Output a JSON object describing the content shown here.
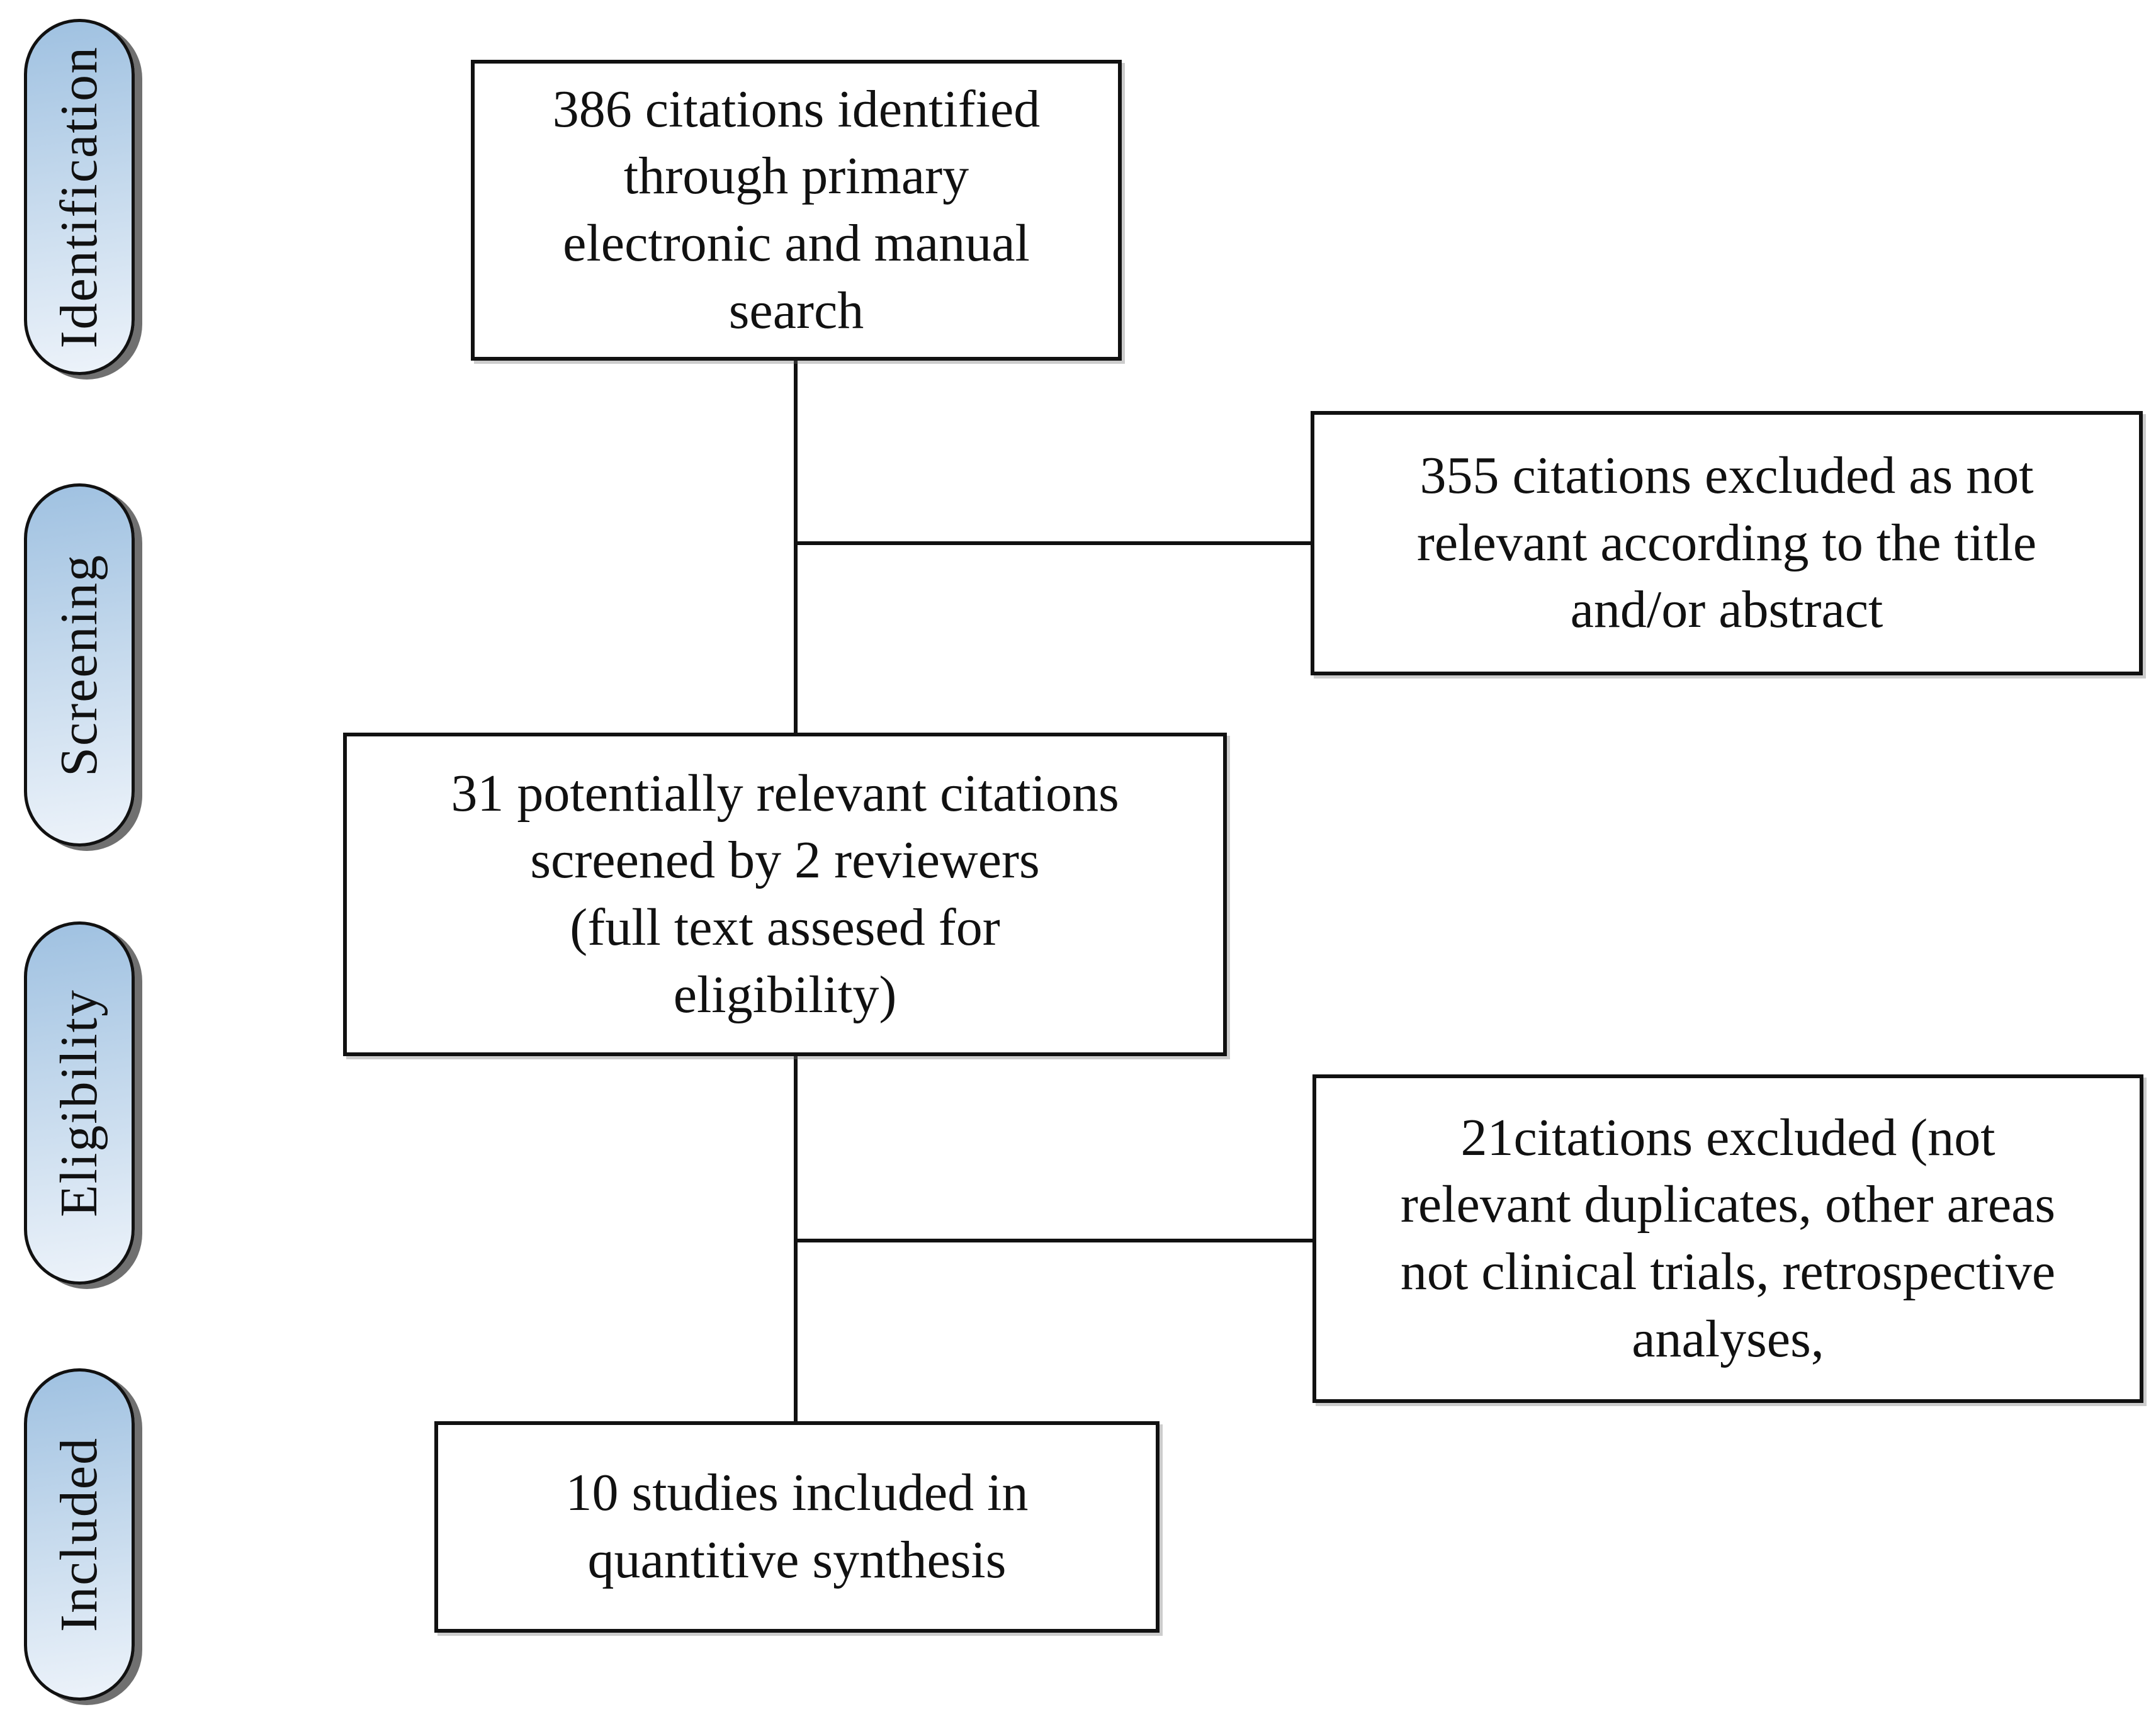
{
  "diagram": {
    "kind": "study-selection-flow",
    "stages": [
      {
        "id": "identification",
        "label": "Identification"
      },
      {
        "id": "screening",
        "label": "Screening"
      },
      {
        "id": "eligibility",
        "label": "Eligibility"
      },
      {
        "id": "included",
        "label": "Included"
      }
    ],
    "boxes": {
      "identified": {
        "count": 386,
        "text": "386 citations identified\nthrough primary\nelectronic and manual\nsearch"
      },
      "excluded_title_abstract": {
        "count": 355,
        "text": "355 citations excluded as not\nrelevant according to the title\nand/or abstract"
      },
      "screened": {
        "count": 31,
        "text": "31 potentially relevant citations\nscreened by 2 reviewers\n(full text assesed for\neligibility)"
      },
      "excluded_full_text": {
        "count": 21,
        "text": "21citations excluded (not\nrelevant duplicates, other areas\nnot clinical trials, retrospective\nanalyses,"
      },
      "included_synthesis": {
        "count": 10,
        "text": "10 studies included in\nquantitive synthesis"
      }
    },
    "colors": {
      "background": "#ffffff",
      "text": "#111111",
      "box_border": "#111111",
      "connector": "#111111",
      "pill_border": "#111111",
      "pill_gradient_top": "#9fc1e1",
      "pill_gradient_mid": "#c3d8ec",
      "pill_gradient_bottom": "#edf3fa",
      "pill_shadow": "#484848"
    }
  }
}
